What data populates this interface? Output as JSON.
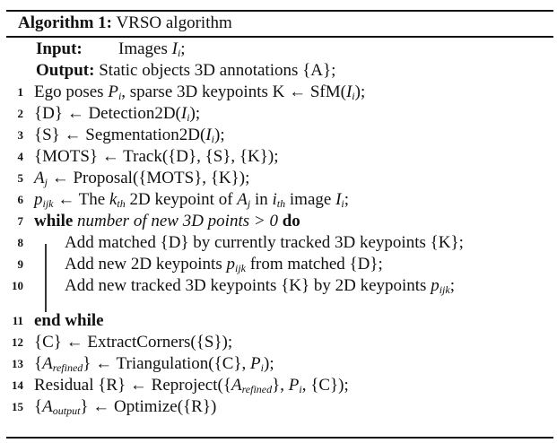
{
  "algorithm": {
    "label": "Algorithm 1:",
    "title": "VRSO algorithm",
    "input_label": "Input:",
    "input_value_pre": "Images ",
    "output_label": "Output:",
    "output_value": "Static objects 3D annotations {A};",
    "lines": [
      {
        "num": "1",
        "text": "Ego poses P_i, sparse 3D keypoints K ← SfM(I_i);"
      },
      {
        "num": "2",
        "text": "{D} ← Detection2D(I_i);"
      },
      {
        "num": "3",
        "text": "{S} ← Segmentation2D(I_i);"
      },
      {
        "num": "4",
        "text": "{MOTS} ← Track({D}, {S}, {K});"
      },
      {
        "num": "5",
        "text": "A_j ← Proposal({MOTS}, {K});"
      },
      {
        "num": "6",
        "text": "p_ijk ← The k_th 2D keypoint of A_j in i_th image I_i;"
      },
      {
        "num": "7",
        "text": "while number of new 3D points > 0 do"
      },
      {
        "num": "8",
        "text": "Add matched {D} by currently tracked 3D keypoints {K};"
      },
      {
        "num": "9",
        "text": "Add new 2D keypoints p_ijk from matched {D};"
      },
      {
        "num": "10",
        "text": "Add new tracked 3D keypoints {K} by 2D keypoints p_ijk;"
      },
      {
        "num": "11",
        "text": "end while"
      },
      {
        "num": "12",
        "text": "{C} ← ExtractCorners({S});"
      },
      {
        "num": "13",
        "text": "{A_refined} ← Triangulation({C}, P_i);"
      },
      {
        "num": "14",
        "text": "Residual {R} ← Reproject({A_refined}, P_i, {C});"
      },
      {
        "num": "15",
        "text": "{A_output} ← Optimize({R})"
      }
    ],
    "parts": {
      "l1a": "Ego poses ",
      "l1b": ", sparse 3D keypoints K ← SfM(",
      "l1c": ");",
      "l2a": "{D} ← Detection2D(",
      "l2b": ");",
      "l3a": "{S} ← Segmentation2D(",
      "l3b": ");",
      "l4": "{MOTS} ← Track({D}, {S}, {K});",
      "l5b": " ← Proposal({MOTS}, {K});",
      "l6b": " ← The ",
      "l6c": " 2D keypoint of ",
      "l6d": " in ",
      "l6e": " image ",
      "l6f": ";",
      "l7_kw1": "while",
      "l7_cond": " number of new 3D points > 0 ",
      "l7_kw2": "do",
      "l8": "Add matched {D} by currently tracked 3D keypoints {K};",
      "l9a": "Add new 2D keypoints ",
      "l9b": " from matched {D};",
      "l10a": "Add new tracked 3D keypoints {K} by 2D keypoints ",
      "l10b": ";",
      "l11": "end while",
      "l12": "{C} ← ExtractCorners({S});",
      "l13a": "{",
      "l13b": "} ← Triangulation({C}, ",
      "l13c": ");",
      "l14a": "Residual {R} ← Reproject({",
      "l14b": "}, ",
      "l14c": ", {C});",
      "l15a": "{",
      "l15b": "} ← Optimize({R})",
      "var_P": "P",
      "var_I": "I",
      "var_A": "A",
      "var_p": "p",
      "var_k": "k",
      "var_i": "i",
      "sub_i": "i",
      "sub_j": "j",
      "sub_ijk": "ijk",
      "sub_th": "th",
      "sub_refined": "refined",
      "sub_output": "output"
    }
  }
}
